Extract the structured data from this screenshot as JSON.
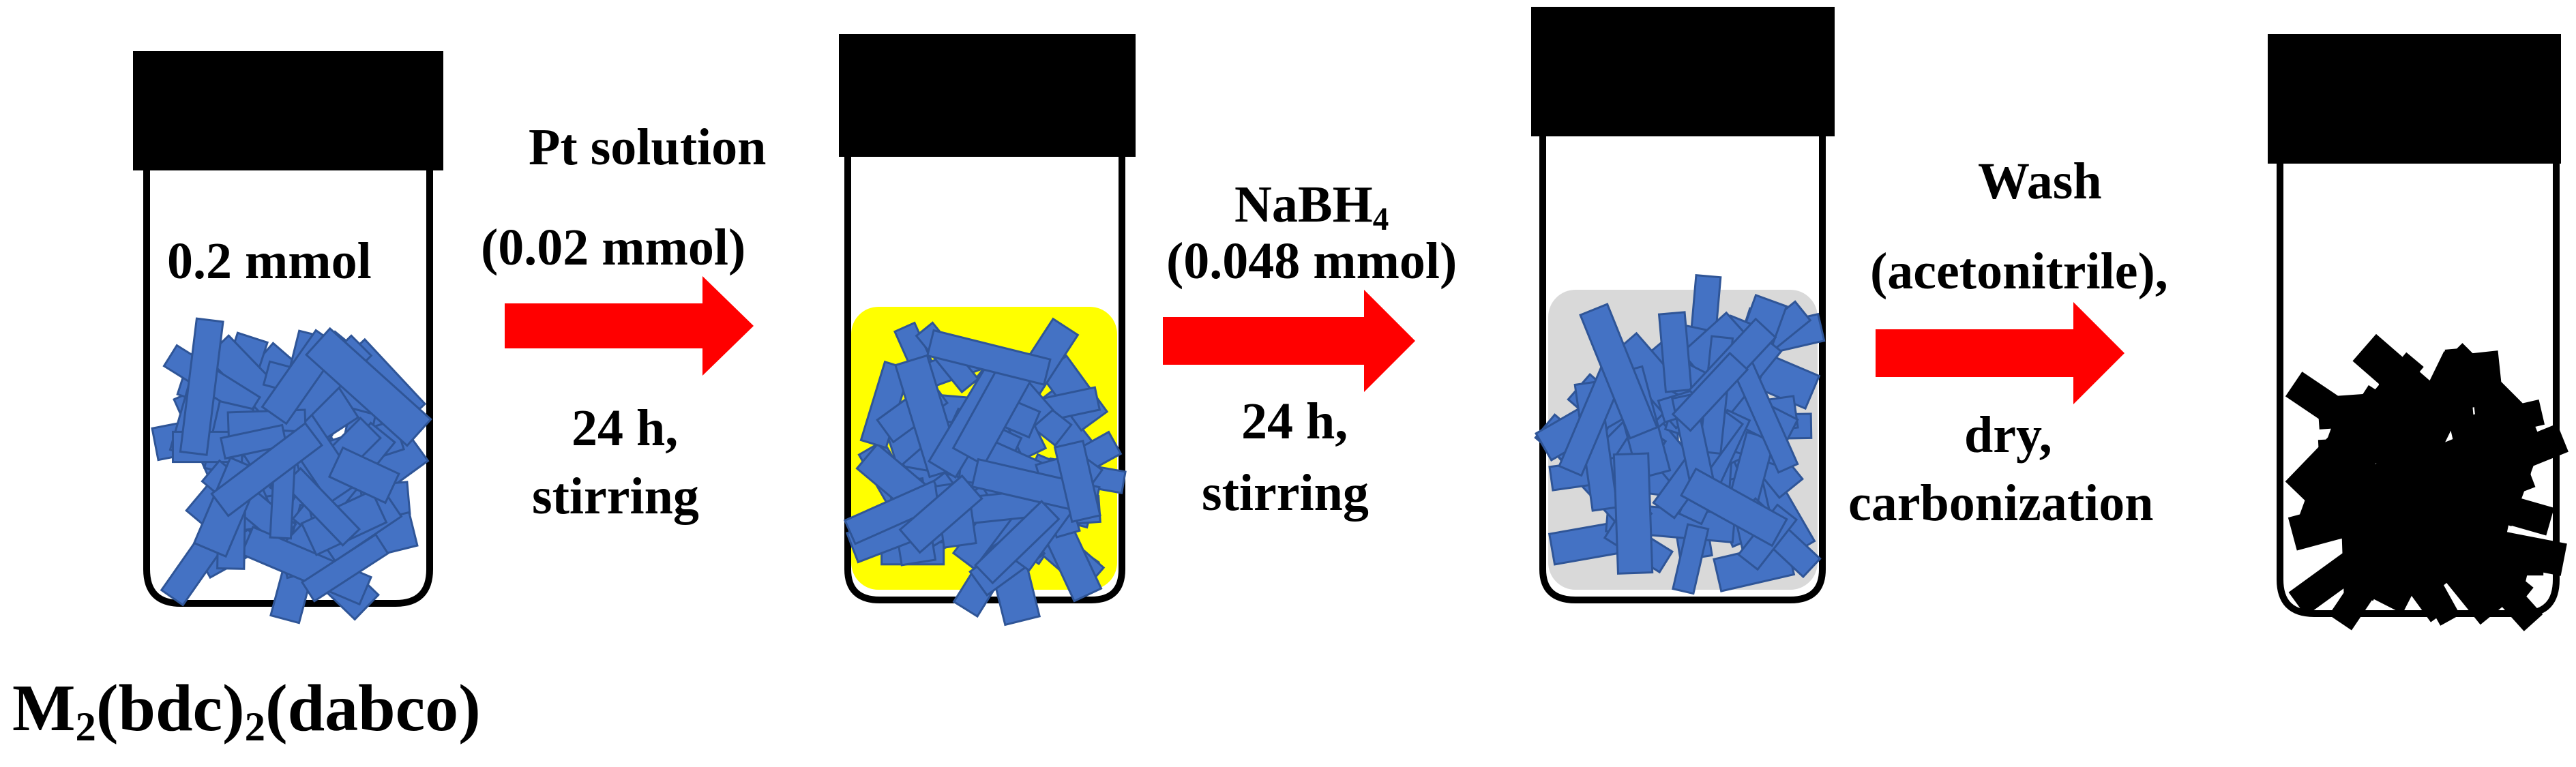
{
  "colors": {
    "crystal_fill": "#4472C4",
    "crystal_stroke": "#2F5597",
    "arrow": "#FF0000",
    "vial_outline": "#000000",
    "cap": "#000000",
    "pt_solution_bg": "#FFFF00",
    "reduced_bg": "#D9D9D9",
    "carbon_fill": "#000000"
  },
  "vials": [
    {
      "state": "M2(bdc)2(dabco) crystals",
      "amount_label": "0.2 mmol"
    },
    {
      "state": "crystals in Pt solution"
    },
    {
      "state": "crystals after NaBH4 reduction"
    },
    {
      "state": "carbonized product"
    }
  ],
  "steps": [
    {
      "reagent_line1": "Pt solution",
      "reagent_line2": "(0.02 mmol)",
      "condition_line1": "24 h,",
      "condition_line2": "stirring"
    },
    {
      "reagent_name": "NaBH",
      "reagent_sub": "4",
      "reagent_line2": "(0.048 mmol)",
      "condition_line1": "24 h,",
      "condition_line2": "stirring"
    },
    {
      "reagent_line1": "Wash",
      "reagent_line2": "(acetonitrile),",
      "condition_line1": "dry,",
      "condition_line2": "carbonization"
    }
  ],
  "formula": {
    "m": "M",
    "s1": "2",
    "mid": "(bdc)",
    "s2": "2",
    "tail": "(dabco)"
  }
}
